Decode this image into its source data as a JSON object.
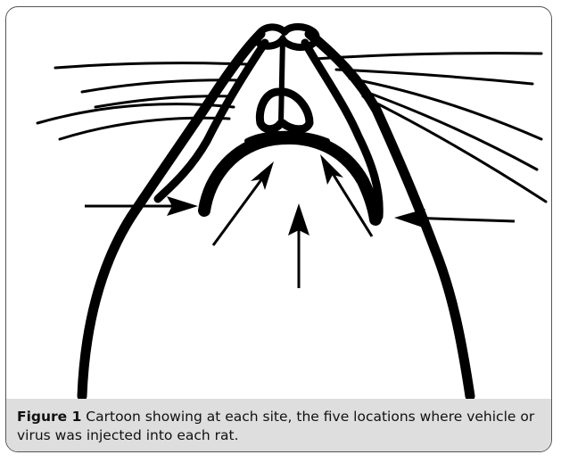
{
  "figure": {
    "label": "Figure 1",
    "caption": " Cartoon showing at each site, the five locations where vehicle or virus was injected into each rat."
  },
  "icons": {
    "illustration": "rat-snout-illustration",
    "arrows": "injection-arrow"
  }
}
